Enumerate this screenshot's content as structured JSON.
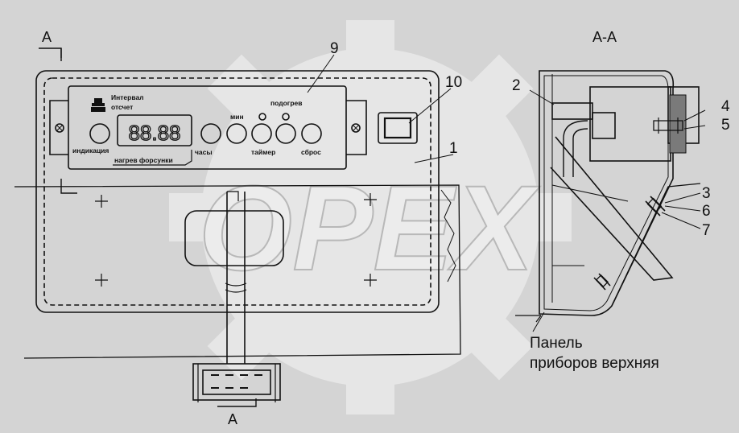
{
  "section_marks": {
    "front_left": "А",
    "front_bottom": "А",
    "side_view": "А-А"
  },
  "callouts": {
    "c1": "1",
    "c2": "2",
    "c3": "3",
    "c4": "4",
    "c5": "5",
    "c6": "6",
    "c7": "7",
    "c9": "9",
    "c10": "10"
  },
  "control_panel": {
    "interval": "Интервал",
    "countdown": "отсчет",
    "preheat": "подогрев",
    "min": "мин",
    "indication": "индикация",
    "hours": "часы",
    "timer": "таймер",
    "reset": "сброс",
    "nozzle_heat": "нагрев форсунки",
    "display_value": "88.88"
  },
  "caption": {
    "line1": "Панель",
    "line2": "приборов верхняя"
  },
  "watermark": {
    "text": "OPEX"
  },
  "colors": {
    "background": "#d4d4d4",
    "ink": "#111111",
    "watermark": "#e9e9e9"
  }
}
